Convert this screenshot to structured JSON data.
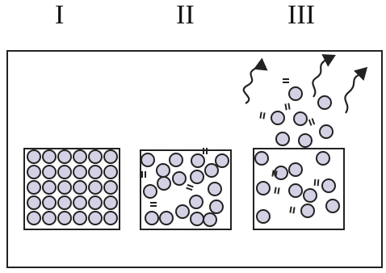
{
  "labels": {
    "state_1": "I",
    "state_2": "II",
    "state_3": "III"
  },
  "colors": {
    "particle_fill": "#d4d1e4",
    "outline": "#222222"
  },
  "icons": {
    "particle": "circle",
    "energy_arrow": "wavy-arrow",
    "motion_mark": "double-dash"
  }
}
